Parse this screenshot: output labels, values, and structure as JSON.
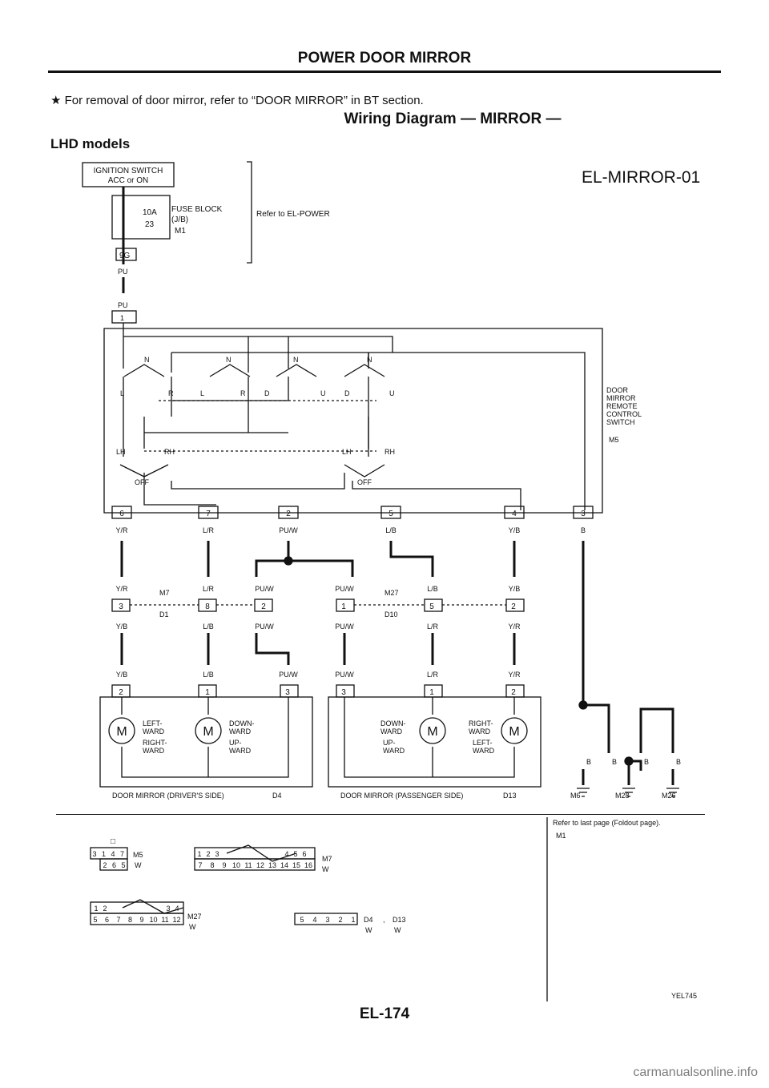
{
  "page": {
    "title": "POWER DOOR MIRROR",
    "note": "★ For removal of door mirror, refer to “DOOR MIRROR” in BT section.",
    "diagram_title": "Wiring Diagram — MIRROR —",
    "model_label": "LHD models",
    "diagram_code": "EL-MIRROR-01",
    "page_number": "EL-174",
    "watermark": "carmanualsonline.info",
    "image_code": "YEL745"
  },
  "power_supply": {
    "ignition_switch": "IGNITION SWITCH",
    "ignition_state": "ACC or ON",
    "fuse_amp": "10A",
    "fuse_no": "23",
    "fuse_block": "FUSE BLOCK",
    "fuse_block_abbr": "(J/B)",
    "fuse_conn": "M1",
    "junction_conn": "9G",
    "refer": "Refer to EL-POWER",
    "wire_top": "PU",
    "wire_bottom": "PU"
  },
  "switch": {
    "name_lines": [
      "DOOR",
      "MIRROR",
      "REMOTE",
      "CONTROL",
      "SWITCH"
    ],
    "connector": "M5",
    "pin_top": "1",
    "n_label": "N",
    "positions": [
      "L",
      "R",
      "L",
      "R",
      "D",
      "U",
      "D",
      "U"
    ],
    "lh": "LH",
    "rh": "RH",
    "off": "OFF",
    "terminals": [
      "6",
      "7",
      "2",
      "5",
      "4",
      "3"
    ]
  },
  "wires": {
    "upper": [
      "Y/R",
      "L/R",
      "PU/W",
      "L/B",
      "Y/B",
      "B"
    ],
    "mid_top": [
      "Y/R",
      "L/R",
      "PU/W",
      "PU/W",
      "L/B",
      "Y/B"
    ],
    "mid_pins": [
      "3",
      "8",
      "2",
      "1",
      "5",
      "2"
    ],
    "mid_bottom": [
      "Y/B",
      "L/B",
      "PU/W",
      "PU/W",
      "L/R",
      "Y/R"
    ],
    "lower": [
      "Y/B",
      "L/B",
      "PU/W",
      "PU/W",
      "L/R",
      "Y/R"
    ],
    "motor_pins": [
      "2",
      "1",
      "3",
      "3",
      "1",
      "2"
    ],
    "ground": [
      "B",
      "B",
      "B",
      "B"
    ]
  },
  "connectors": {
    "driver_side": [
      "M7",
      "D1"
    ],
    "passenger_side": [
      "M27",
      "D10"
    ],
    "grounds": [
      "M6",
      "M28",
      "M26"
    ]
  },
  "mirrors": {
    "motor": "M",
    "left_ward": [
      "LEFT-",
      "WARD"
    ],
    "right_ward": [
      "RIGHT-",
      "WARD"
    ],
    "down_ward": [
      "DOWN-",
      "WARD"
    ],
    "up_ward": [
      "UP-",
      "WARD"
    ],
    "driver_label": "DOOR MIRROR (DRIVER'S SIDE)",
    "driver_conn": "D4",
    "passenger_label": "DOOR MIRROR (PASSENGER SIDE)",
    "passenger_conn": "D13"
  },
  "footer": {
    "refer_text": "Refer to last page (Foldout page).",
    "refer_conn": "M1",
    "c1_conn": "M5",
    "c1_color": "W",
    "c1_tab": "□",
    "c1_row1": [
      "3",
      "1",
      "4",
      "7"
    ],
    "c1_row2": [
      "2",
      "6",
      "5"
    ],
    "c2_conn": "M7",
    "c2_color": "W",
    "c2_row1": [
      "1",
      "2",
      "3",
      "4",
      "5",
      "6"
    ],
    "c2_row2": [
      "7",
      "8",
      "9",
      "10",
      "11",
      "12",
      "13",
      "14",
      "15",
      "16"
    ],
    "c3_conn": "M27",
    "c3_color": "W",
    "c3_row1": [
      "1",
      "2",
      "3",
      "4"
    ],
    "c3_row2": [
      "5",
      "6",
      "7",
      "8",
      "9",
      "10",
      "11",
      "12"
    ],
    "c4_conn1": "D4",
    "c4_conn2": "D13",
    "c4_sep": ",",
    "c4_color1": "W",
    "c4_color2": "W",
    "c4_pins": [
      "5",
      "4",
      "3",
      "2",
      "1"
    ]
  }
}
